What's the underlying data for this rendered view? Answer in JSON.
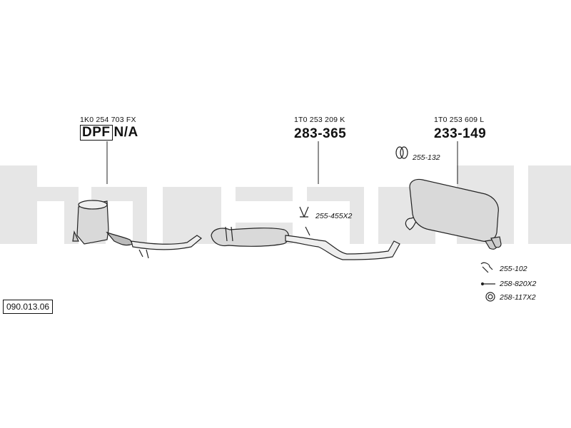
{
  "diagram_id": "090.013.06",
  "sections": [
    {
      "oe_number": "1K0 254 703 FX",
      "dpf_tag": "DPF",
      "part_number": "N/A"
    },
    {
      "oe_number": "1T0 253 209 K",
      "part_number": "283-365"
    },
    {
      "oe_number": "1T0 253 609 L",
      "part_number": "233-149"
    }
  ],
  "accessories": [
    {
      "code": "255-455X2",
      "icon": "hanger-bracket-icon"
    },
    {
      "code": "255-132",
      "icon": "rubber-mount-icon"
    },
    {
      "code": "255-102",
      "icon": "pipe-clamp-icon"
    },
    {
      "code": "258-820X2",
      "icon": "bolt-icon"
    },
    {
      "code": "258-117X2",
      "icon": "gasket-ring-icon"
    }
  ],
  "colors": {
    "watermark": "#e6e6e6",
    "line": "#222222",
    "part_fill": "#d9d9d9"
  }
}
